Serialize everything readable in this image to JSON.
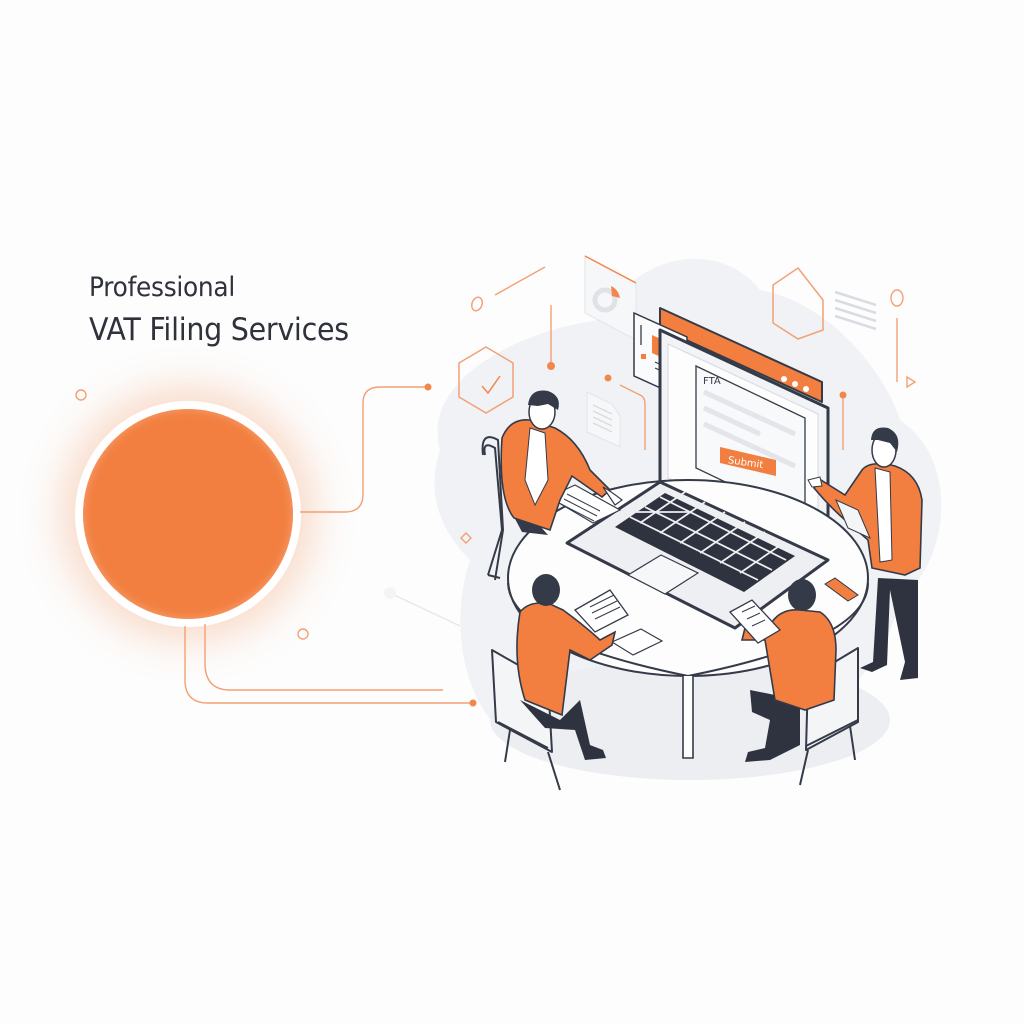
{
  "headline": {
    "line1": "Professional",
    "line2": "VAT Filing Services"
  },
  "illustration": {
    "description": "Isometric team meeting around a round table with a laptop showing a filing form",
    "screen_form": {
      "header": "FTA",
      "submit_label": "Submit"
    },
    "people_count": 4,
    "icons": [
      "hexagon-check-icon",
      "pie-chart-card-icon",
      "document-icon",
      "hexagon-outline-icon",
      "triangle-icon",
      "browser-window-icon"
    ]
  },
  "colors": {
    "accent": "#f27f40",
    "text_dark": "#2f313b",
    "line_dark": "#343a48",
    "surface": "#ffffff",
    "shade": "#eef0f4"
  }
}
